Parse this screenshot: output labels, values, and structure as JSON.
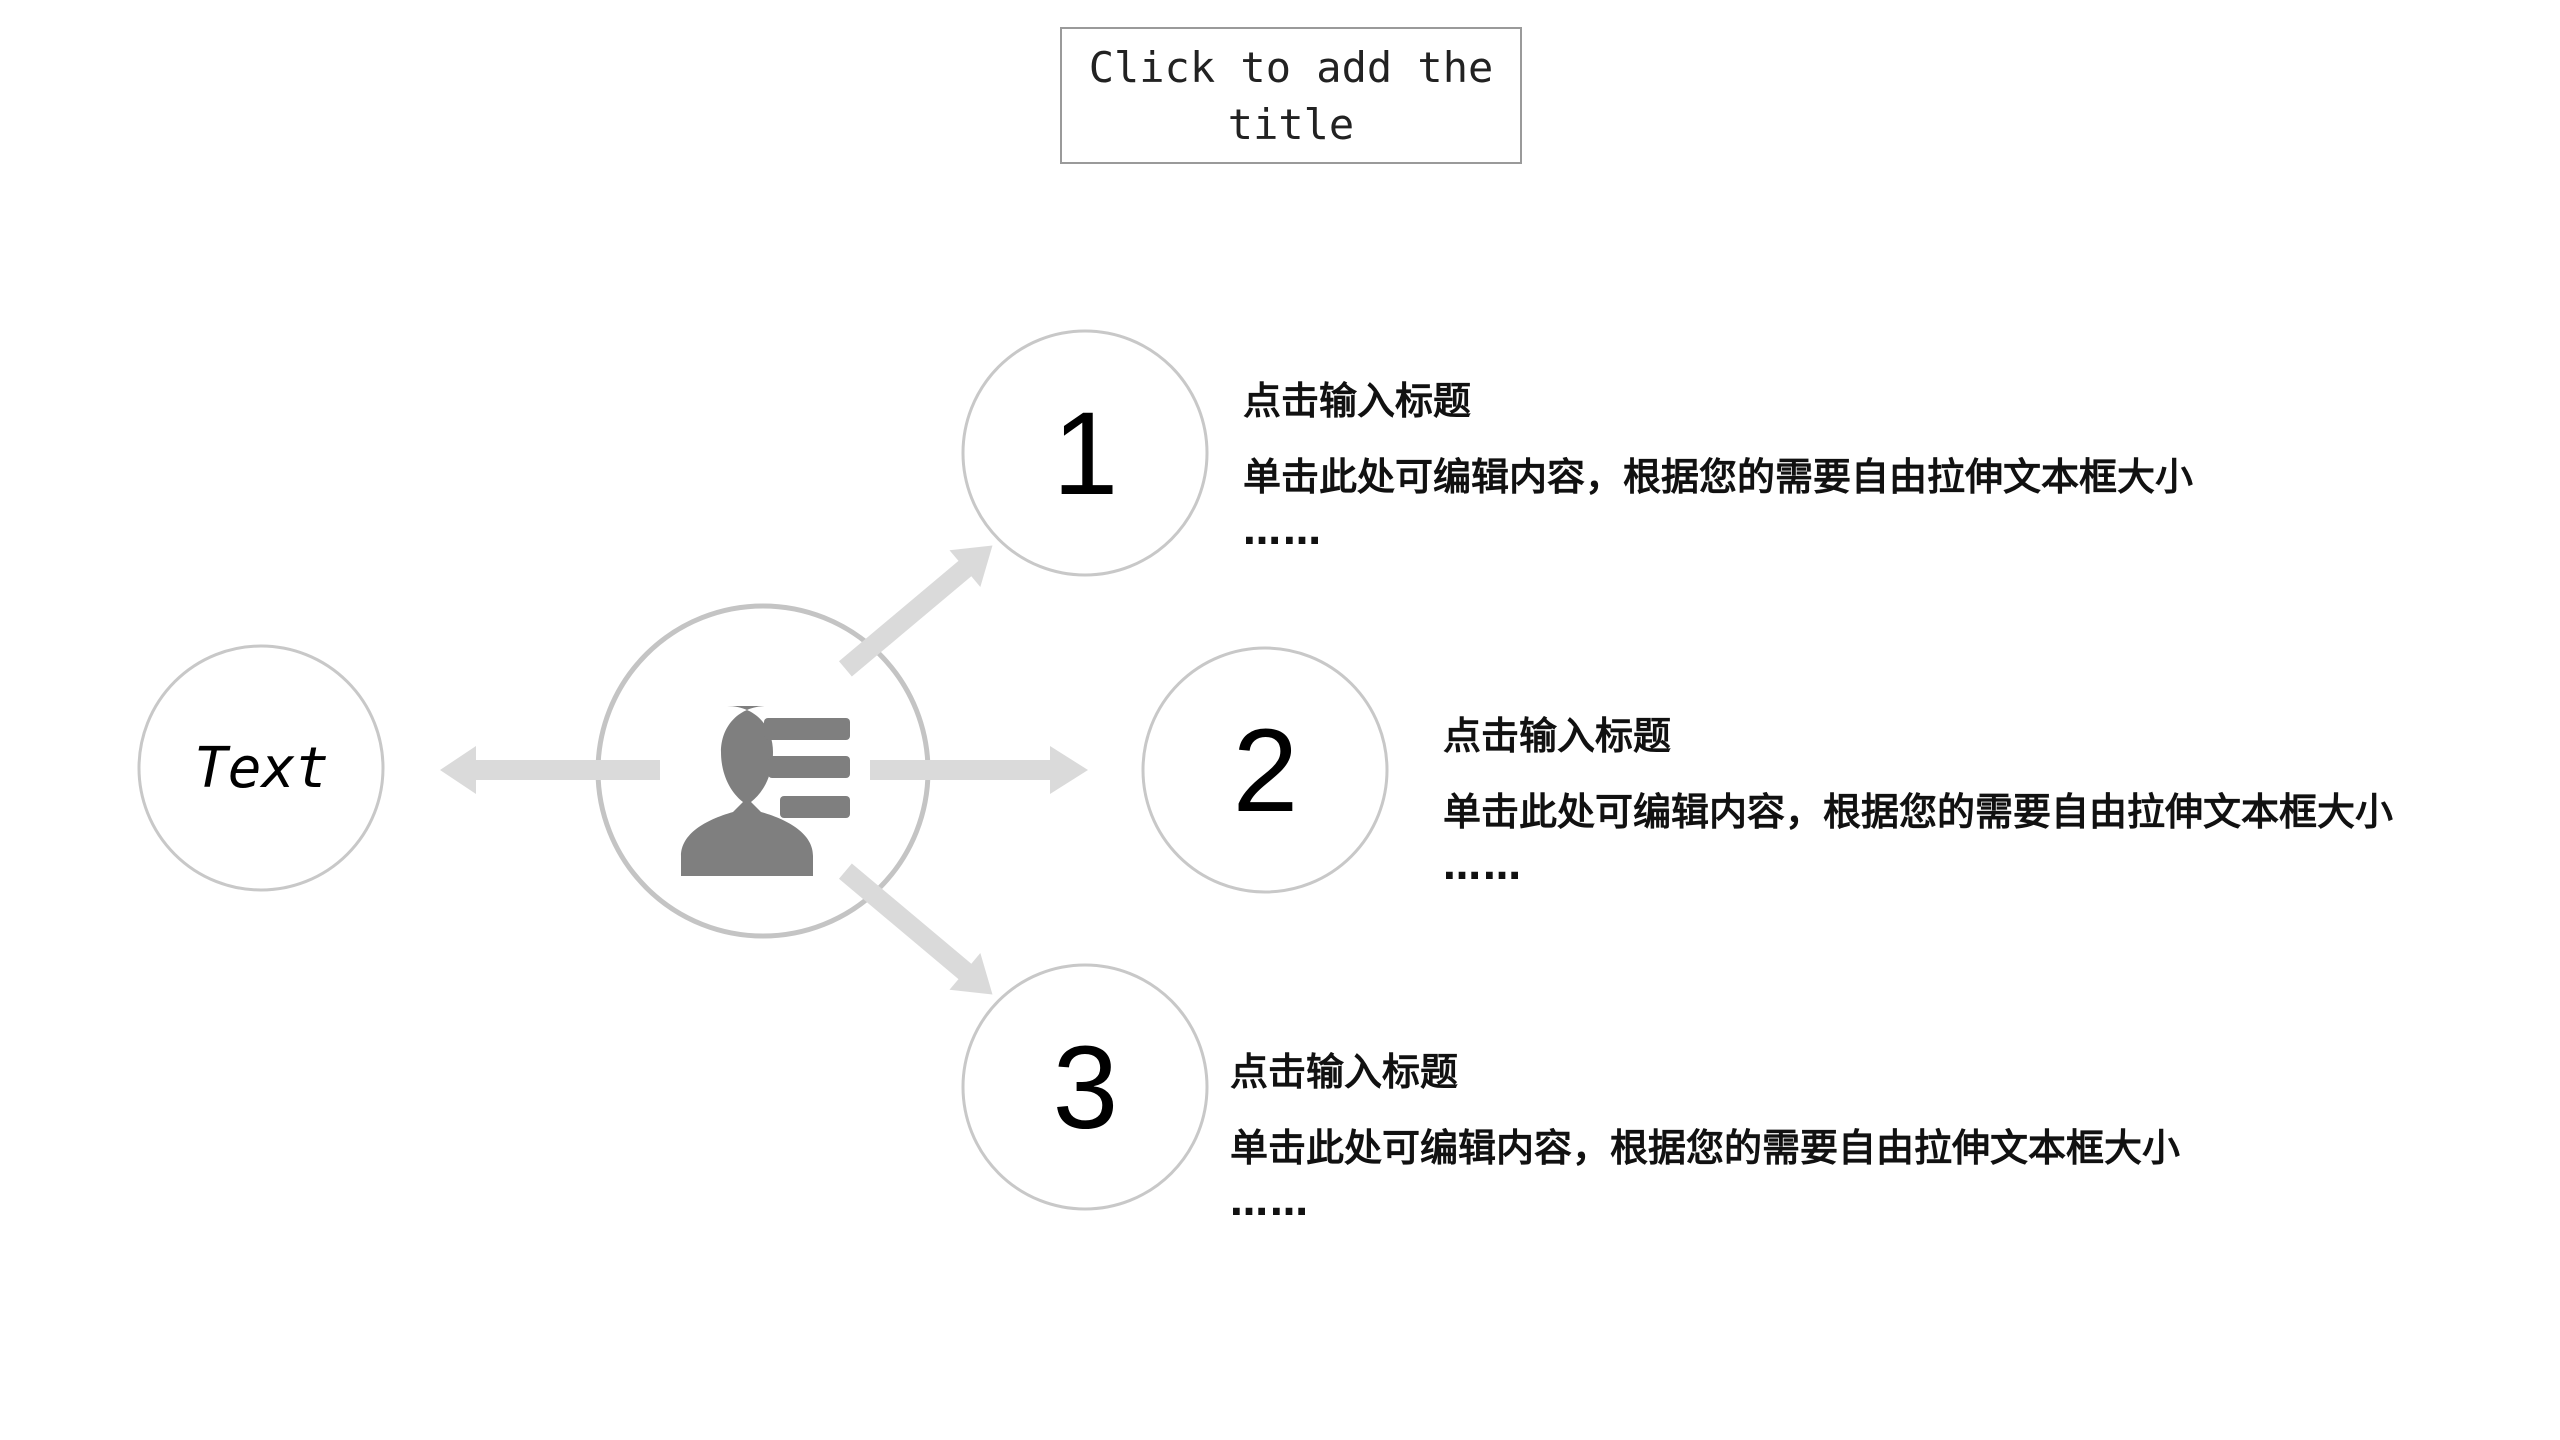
{
  "title": "Click to add the title",
  "center": {
    "icon": "user-profile-list-icon"
  },
  "left_node": {
    "label": "Text"
  },
  "items": [
    {
      "number": "1",
      "title": "点击输入标题",
      "body": "单击此处可编辑内容，根据您的需要自由拉伸文本框大小",
      "ellipsis": "……"
    },
    {
      "number": "2",
      "title": "点击输入标题",
      "body": "单击此处可编辑内容，根据您的需要自由拉伸文本框大小",
      "ellipsis": "……"
    },
    {
      "number": "3",
      "title": "点击输入标题",
      "body": "单击此处可编辑内容，根据您的需要自由拉伸文本框大小",
      "ellipsis": "……"
    }
  ],
  "colors": {
    "circle_stroke": "#c8c8c8",
    "arrow_fill": "#dadada",
    "icon_fill": "#7f7f7f"
  }
}
